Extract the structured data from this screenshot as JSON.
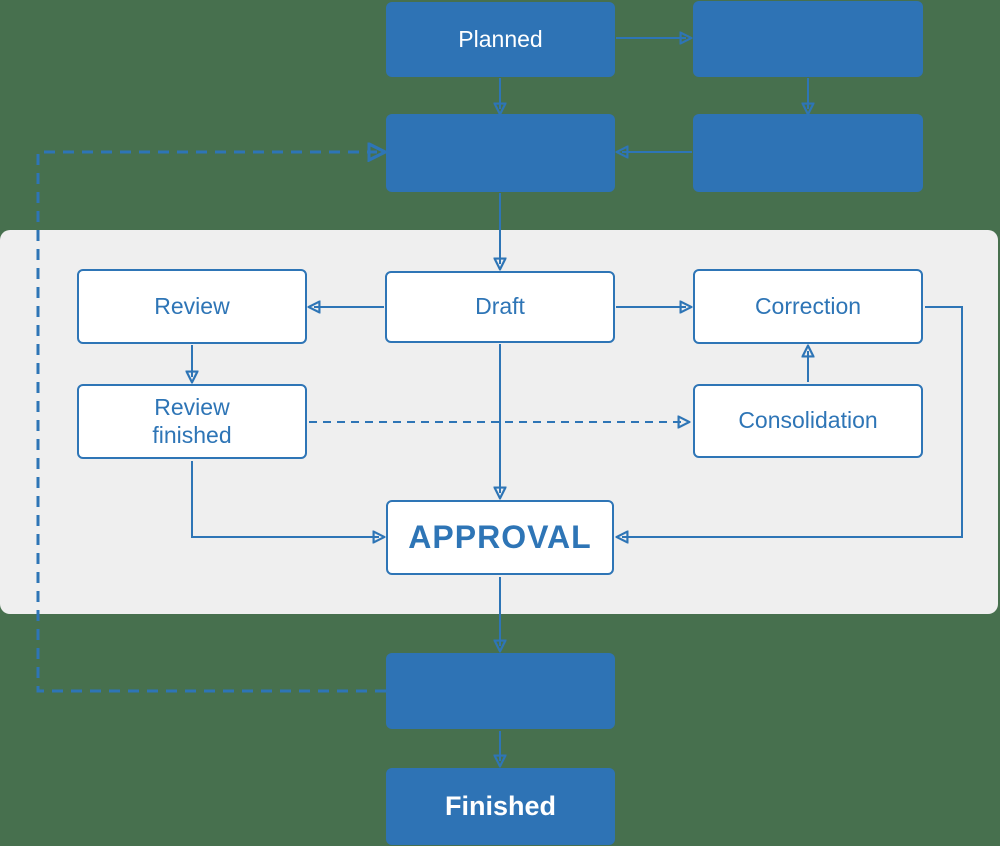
{
  "diagram": {
    "type": "flowchart",
    "colors": {
      "background": "#47704E",
      "band": "#EFEFEF",
      "node_fill": "#2E73B5",
      "line": "#2E75B6",
      "outline_node_text": "#2E75B6",
      "solid_node_text": "#FFFFFF"
    },
    "nodes": {
      "planned": {
        "label": "Planned",
        "style": "solid"
      },
      "stage_top_right": {
        "label": "",
        "style": "solid"
      },
      "stage_mid_left": {
        "label": "",
        "style": "solid"
      },
      "stage_mid_right": {
        "label": "",
        "style": "solid"
      },
      "review": {
        "label": "Review",
        "style": "outline"
      },
      "draft": {
        "label": "Draft",
        "style": "outline"
      },
      "correction": {
        "label": "Correction",
        "style": "outline"
      },
      "review_finished": {
        "label": "Review finished",
        "style": "outline"
      },
      "consolidation": {
        "label": "Consolidation",
        "style": "outline"
      },
      "approval": {
        "label": "APPROVAL",
        "style": "outline-bold"
      },
      "stage_post_approval": {
        "label": "",
        "style": "solid"
      },
      "finished": {
        "label": "Finished",
        "style": "solid-bold"
      }
    },
    "edges": [
      {
        "from": "planned",
        "to": "stage_mid_left",
        "style": "solid"
      },
      {
        "from": "planned",
        "to": "stage_top_right",
        "style": "solid"
      },
      {
        "from": "stage_top_right",
        "to": "stage_mid_right",
        "style": "solid"
      },
      {
        "from": "stage_mid_right",
        "to": "stage_mid_left",
        "style": "solid"
      },
      {
        "from": "stage_mid_left",
        "to": "draft",
        "style": "solid"
      },
      {
        "from": "draft",
        "to": "review",
        "style": "solid"
      },
      {
        "from": "draft",
        "to": "correction",
        "style": "solid"
      },
      {
        "from": "review",
        "to": "review_finished",
        "style": "solid"
      },
      {
        "from": "review_finished",
        "to": "consolidation",
        "style": "dashed"
      },
      {
        "from": "consolidation",
        "to": "correction",
        "style": "solid"
      },
      {
        "from": "correction",
        "to": "approval",
        "style": "solid"
      },
      {
        "from": "review_finished",
        "to": "approval",
        "style": "solid"
      },
      {
        "from": "draft",
        "to": "approval",
        "style": "solid"
      },
      {
        "from": "approval",
        "to": "stage_post_approval",
        "style": "solid"
      },
      {
        "from": "stage_post_approval",
        "to": "finished",
        "style": "solid"
      },
      {
        "from": "stage_post_approval",
        "to": "stage_mid_left",
        "style": "dashed"
      }
    ]
  }
}
